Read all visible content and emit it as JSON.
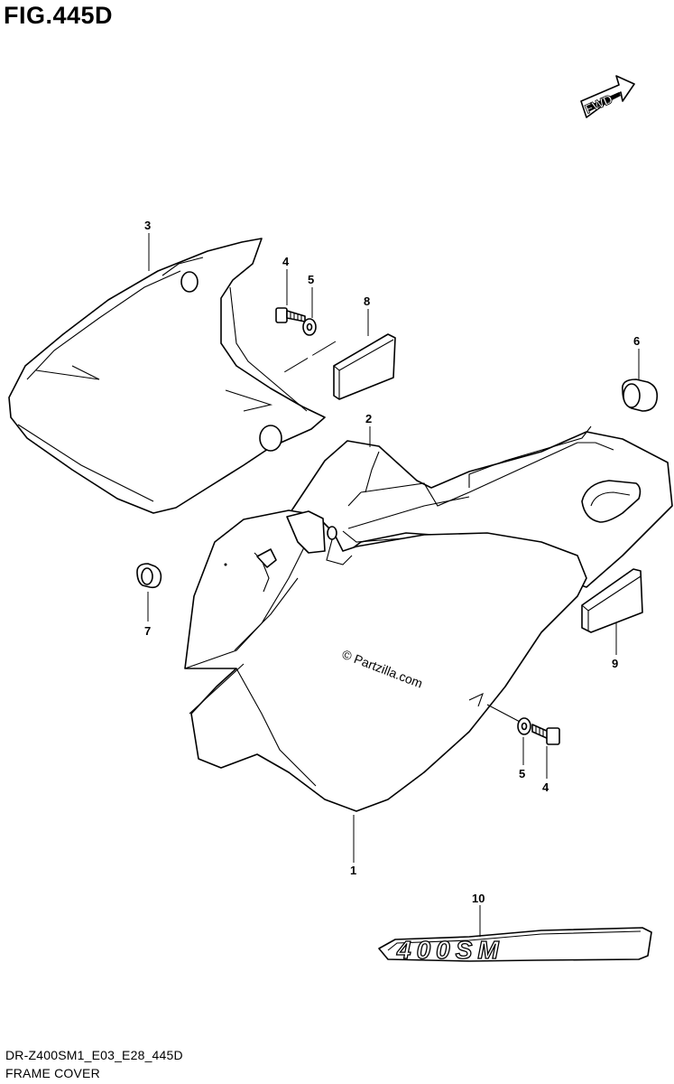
{
  "figure_title": "FIG.445D",
  "footer": {
    "code": "DR-Z400SM1_E03_E28_445D",
    "name": "FRAME COVER"
  },
  "watermark": "© Partzilla.com",
  "fwd_label": "FWD",
  "decal_text": "400SM",
  "callouts": {
    "c1": "1",
    "c2": "2",
    "c3": "3",
    "c4a": "4",
    "c4b": "4",
    "c5a": "5",
    "c5b": "5",
    "c6": "6",
    "c7": "7",
    "c8": "8",
    "c9": "9",
    "c10": "10"
  }
}
